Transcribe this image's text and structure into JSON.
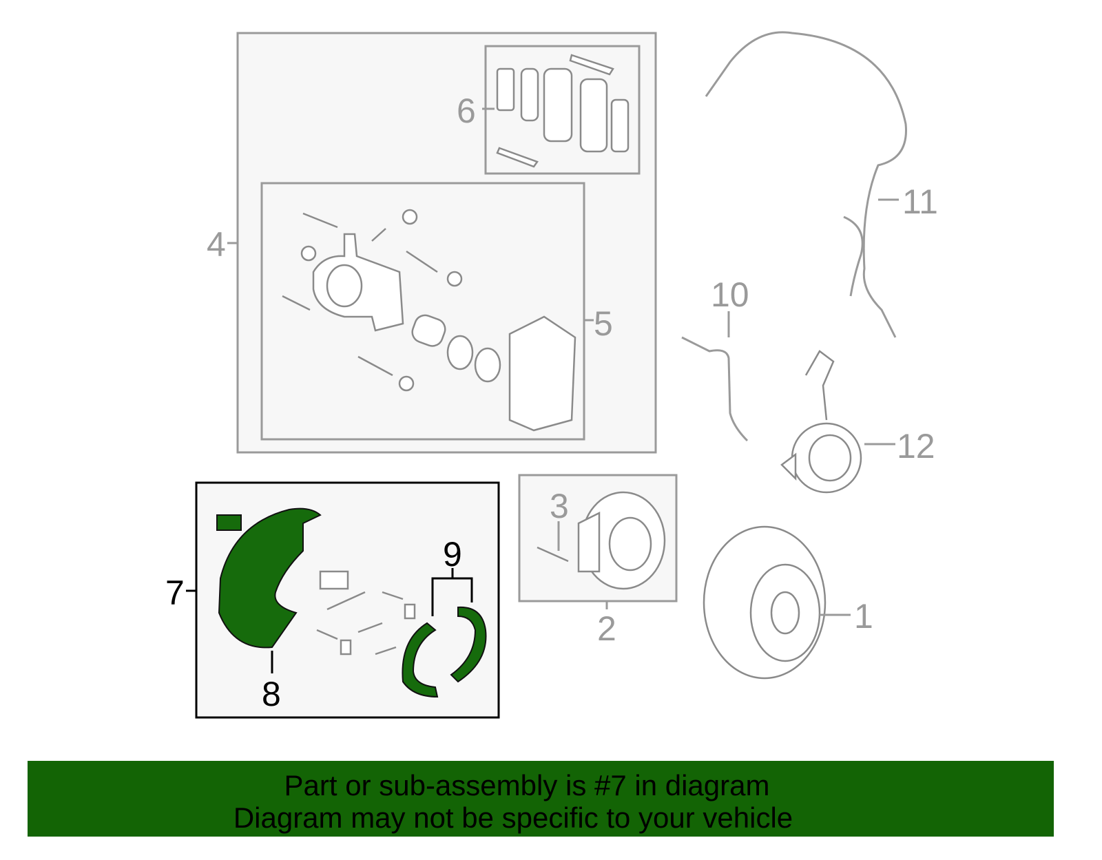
{
  "diagram": {
    "callouts": {
      "c1": "1",
      "c2": "2",
      "c3": "3",
      "c4": "4",
      "c5": "5",
      "c6": "6",
      "c7": "7",
      "c8": "8",
      "c9": "9",
      "c10": "10",
      "c11": "11",
      "c12": "12"
    },
    "highlighted_part": "7",
    "colors": {
      "highlight": "#166b0c",
      "banner": "#136405",
      "line": "#9a9a9a",
      "box_fill": "#f7f7f7"
    }
  },
  "banner": {
    "line1": "Part or sub-assembly is #7 in diagram",
    "line2": "Diagram may not be specific to your vehicle"
  }
}
